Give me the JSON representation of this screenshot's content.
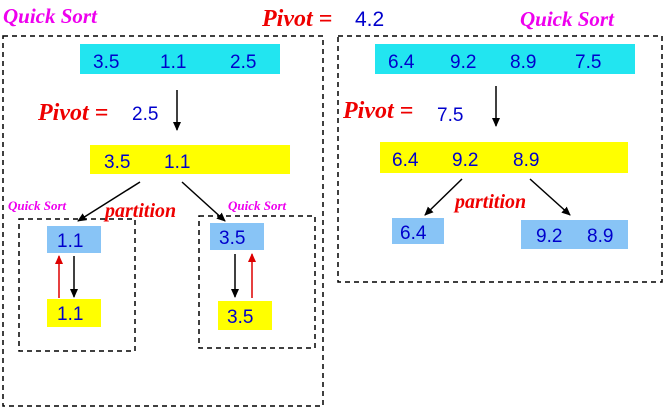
{
  "colors": {
    "cyan": "#22e5f0",
    "light_blue": "#88c4f6",
    "yellow": "#ffff00",
    "number_text": "#0000cc",
    "pivot_red": "#ee0000",
    "quicksort_magenta": "#ee00ee",
    "arrow_black": "#000000",
    "arrow_red": "#dd0000"
  },
  "header": {
    "pivot_label": "Pivot =",
    "pivot_value": "4.2"
  },
  "left_panel": {
    "title": "Quick Sort",
    "input_values": [
      "3.5",
      "1.1",
      "2.5"
    ],
    "pivot_label": "Pivot =",
    "pivot_value": "2.5",
    "partition_values": [
      "3.5",
      "1.1"
    ],
    "partition_label": "partition",
    "sub_left": {
      "title": "Quick Sort",
      "top_value": "1.1",
      "bottom_value": "1.1"
    },
    "sub_right": {
      "title": "Quick Sort",
      "top_value": "3.5",
      "bottom_value": "3.5"
    }
  },
  "right_panel": {
    "title": "Quick Sort",
    "input_values": [
      "6.4",
      "9.2",
      "8.9",
      "7.5"
    ],
    "pivot_label": "Pivot =",
    "pivot_value": "7.5",
    "partition_values": [
      "6.4",
      "9.2",
      "8.9"
    ],
    "partition_label": "partition",
    "result_left": "6.4",
    "result_right": [
      "9.2",
      "8.9"
    ]
  }
}
